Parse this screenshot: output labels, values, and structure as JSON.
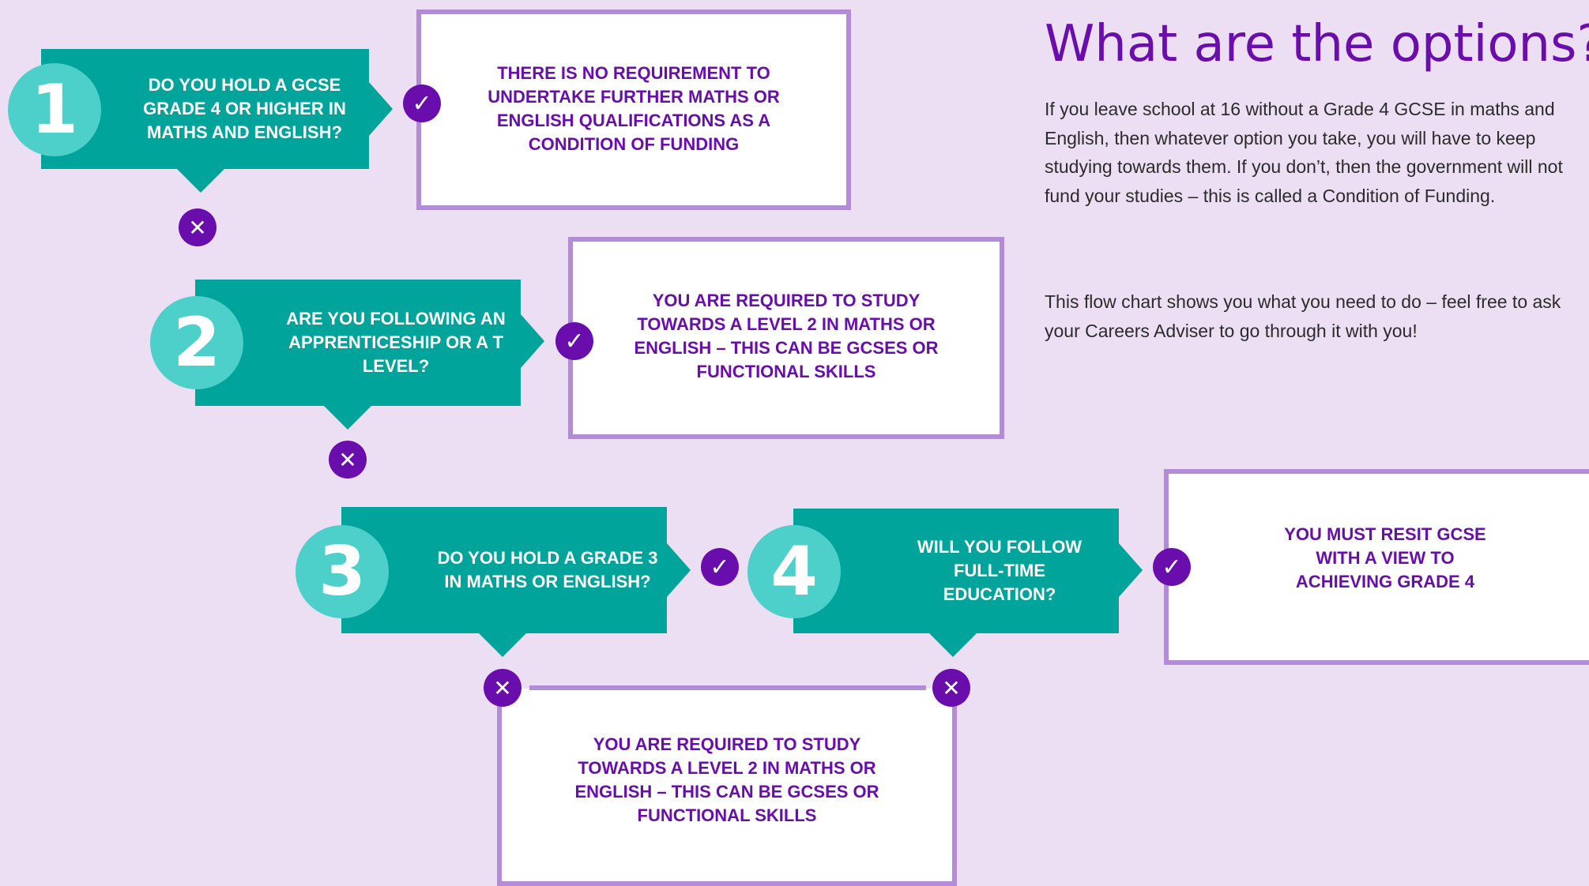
{
  "heading": "What are the options?",
  "intro": "If you leave school at 16 without a Grade 4 GCSE in maths and English, then whatever option you take, you will have to keep studying towards them. If you don’t, then the government will not fund your studies – this is called a Condition of Funding.",
  "intro2": "This flow chart shows you what you need to do – feel free to ask your Careers Adviser to go through it with you!",
  "steps": [
    {
      "number": "1",
      "question": "DO YOU HOLD A GCSE GRADE 4 OR HIGHER IN MATHS AND ENGLISH?"
    },
    {
      "number": "2",
      "question": "ARE YOU FOLLOWING AN APPRENTICESHIP OR A T LEVEL?"
    },
    {
      "number": "3",
      "question": "DO YOU HOLD A GRADE 3 IN MATHS OR ENGLISH?"
    },
    {
      "number": "4",
      "question": "WILL YOU FOLLOW FULL-TIME EDUCATION?"
    }
  ],
  "outcomes": {
    "no_requirement": "THERE IS NO REQUIREMENT TO UNDERTAKE FURTHER MATHS OR ENGLISH QUALIFICATIONS AS A CONDITION OF FUNDING",
    "level2_a": "YOU ARE REQUIRED TO STUDY TOWARDS A LEVEL 2 IN MATHS OR ENGLISH – THIS CAN BE GCSES OR FUNCTIONAL SKILLS",
    "resit": "YOU MUST RESIT GCSE WITH A VIEW TO ACHIEVING GRADE 4",
    "level2_b": "YOU ARE REQUIRED TO STUDY TOWARDS A LEVEL 2 IN MATHS OR ENGLISH – THIS CAN BE GCSES OR FUNCTIONAL SKILLS"
  },
  "icons": {
    "yes": "✓",
    "no": "✕"
  },
  "colors": {
    "background": "#ecdff4",
    "teal": "#00a49a",
    "teal_light": "#4dcfca",
    "purple": "#6a0dad",
    "border": "#b48bd9"
  }
}
